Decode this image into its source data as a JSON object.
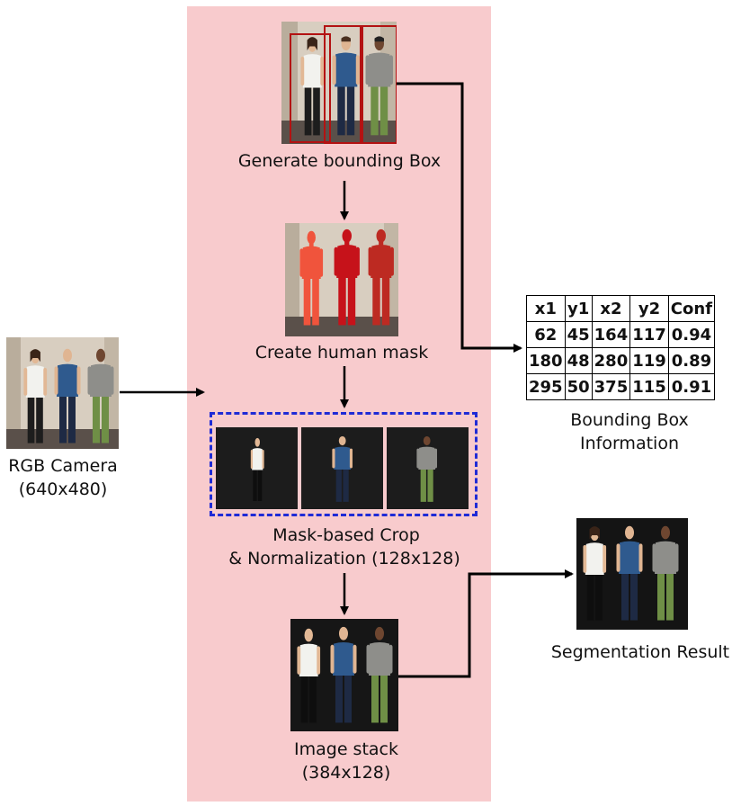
{
  "labels": {
    "generate_bbox": "Generate bounding Box",
    "create_mask": "Create human mask",
    "crop_norm_1": "Mask-based Crop",
    "crop_norm_2": "& Normalization (128x128)",
    "image_stack_1": "Image stack",
    "image_stack_2": "(384x128)",
    "rgb_camera_1": "RGB Camera",
    "rgb_camera_2": "(640x480)",
    "bbox_info_1": "Bounding Box",
    "bbox_info_2": "Information",
    "segmentation_result": "Segmentation Result"
  },
  "bbox_table": {
    "headers": [
      "x1",
      "y1",
      "x2",
      "y2",
      "Conf"
    ],
    "rows": [
      [
        "62",
        "45",
        "164",
        "117",
        "0.94"
      ],
      [
        "180",
        "48",
        "280",
        "119",
        "0.89"
      ],
      [
        "295",
        "50",
        "375",
        "115",
        "0.91"
      ]
    ]
  },
  "colors": {
    "panel": "#f8cbcd",
    "dashed_box": "#1f2bd6",
    "bbox_outline": "#b31212",
    "person1_shirt": "#f2f2ee",
    "person2_shirt": "#2f5a8e",
    "person3_shirt": "#8e8e8a",
    "person3_pants": "#6f8f46"
  }
}
